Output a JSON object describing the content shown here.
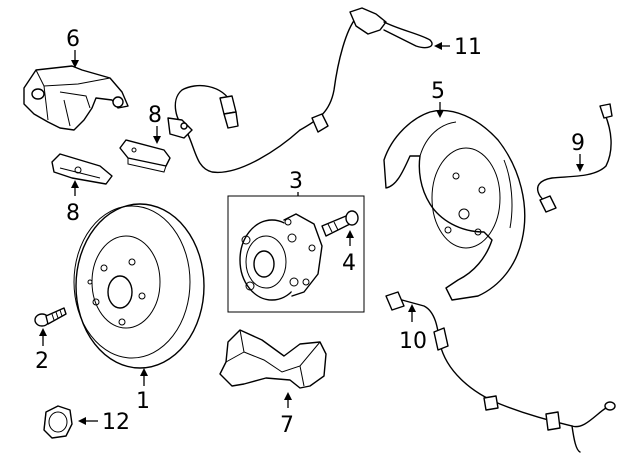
{
  "callouts": [
    {
      "id": "1",
      "text": "1"
    },
    {
      "id": "2",
      "text": "2"
    },
    {
      "id": "3",
      "text": "3"
    },
    {
      "id": "4",
      "text": "4"
    },
    {
      "id": "5",
      "text": "5"
    },
    {
      "id": "6",
      "text": "6"
    },
    {
      "id": "7",
      "text": "7"
    },
    {
      "id": "8a",
      "text": "8"
    },
    {
      "id": "8b",
      "text": "8"
    },
    {
      "id": "9",
      "text": "9"
    },
    {
      "id": "10",
      "text": "10"
    },
    {
      "id": "11",
      "text": "11"
    },
    {
      "id": "12",
      "text": "12"
    }
  ]
}
